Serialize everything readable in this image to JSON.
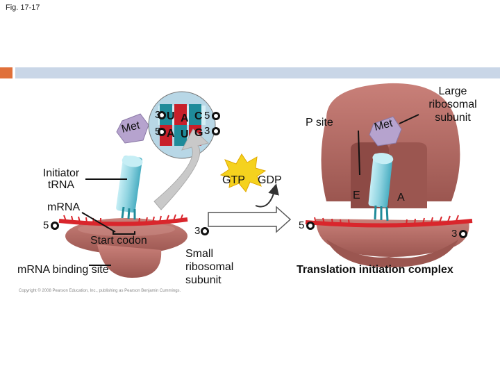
{
  "figure_label": "Fig. 17-17",
  "labels": {
    "met_left": "Met",
    "met_right": "Met",
    "anticodon_3": "3",
    "anticodon_5": "5",
    "codon_5": "5",
    "codon_3": "3",
    "bases_top": [
      "U",
      "A",
      "C"
    ],
    "bases_bottom": [
      "A",
      "U",
      "G"
    ],
    "initiator_trna": "Initiator\ntRNA",
    "mrna": "mRNA",
    "mrna_5_left": "5",
    "mrna_3_left": "3",
    "start_codon": "Start codon",
    "mrna_binding_site": "mRNA binding site",
    "small_subunit": "Small\nribosomal\nsubunit",
    "gtp": "GTP",
    "gdp": "GDP",
    "p_site": "P site",
    "e_site": "E",
    "a_site": "A",
    "large_subunit": "Large\nribosomal\nsubunit",
    "mrna_5_right": "5",
    "mrna_3_right": "3",
    "complex": "Translation initiation complex",
    "copyright": "Copyright © 2008 Pearson Education, Inc., publishing as Pearson Benjamin Cummings."
  },
  "colors": {
    "ribosome": "#b66a63",
    "ribosome_dark": "#8d4a45",
    "trna": "#8fd3e0",
    "trna_dark": "#3a9eb4",
    "mrna": "#d9262c",
    "base_red": "#c8202a",
    "base_teal": "#1f8b9a",
    "met": "#b6a3ce",
    "gtp": "#f5d21e",
    "accent_orange": "#e0703a",
    "accent_blue": "#c9d6e7"
  }
}
